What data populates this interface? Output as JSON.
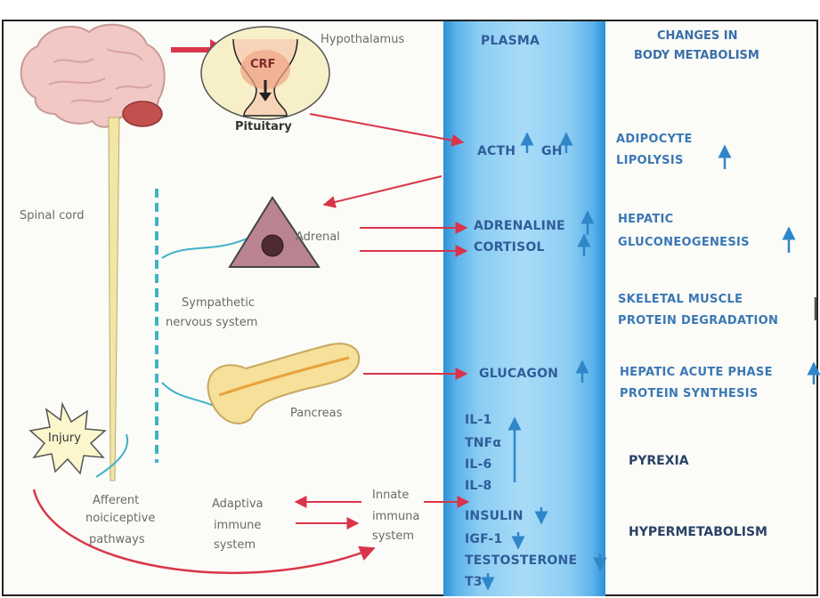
{
  "labels": {
    "hypothalamus": "Hypothalamus",
    "crf": "CRF",
    "pituitary": "Pituitary",
    "spinal_cord": "Spinal cord",
    "adrenal": "Adrenal",
    "sympathetic_1": "Sympathetic",
    "sympathetic_2": "nervous system",
    "pancreas": "Pancreas",
    "injury": "Injury",
    "afferent_1": "Afferent",
    "afferent_2": "noiciceptive",
    "afferent_3": "pathways",
    "adaptive_1": "Adaptiva",
    "adaptive_2": "immune",
    "adaptive_3": "system",
    "innate_1": "Innate",
    "innate_2": "immuna",
    "innate_3": "system"
  },
  "plasma": {
    "title": "PLASMA",
    "acth": "ACTH",
    "gh": "GH",
    "adrenaline": "ADRENALINE",
    "cortisol": "CORTISOL",
    "glucagon": "GLUCAGON",
    "il1": "IL-1",
    "tnf": "TNFα",
    "il6": "IL-6",
    "il8": "IL-8",
    "insulin": "INSULIN",
    "igf1": "IGF-1",
    "testosterone": "TESTOSTERONE",
    "t3": "T3"
  },
  "metabolism": {
    "title_1": "CHANGES IN",
    "title_2": "BODY METABOLISM",
    "adipocyte_1": "ADIPOCYTE",
    "adipocyte_2": "LIPOLYSIS",
    "hepatic_1": "HEPATIC",
    "hepatic_2": "GLUCONEOGENESIS",
    "muscle_1": "SKELETAL MUSCLE",
    "muscle_2": "PROTEIN DEGRADATION",
    "acute_1": "HEPATIC ACUTE PHASE",
    "acute_2": "PROTEIN SYNTHESIS",
    "pyrexia": "PYREXIA",
    "hypermetabolism": "HYPERMETABOLISM"
  },
  "colors": {
    "red_arrow": "#d8354a",
    "up_arrow": "#2f86c8",
    "plasma_blue": "#8ccdf3",
    "nerve": "#3fb3c7"
  }
}
